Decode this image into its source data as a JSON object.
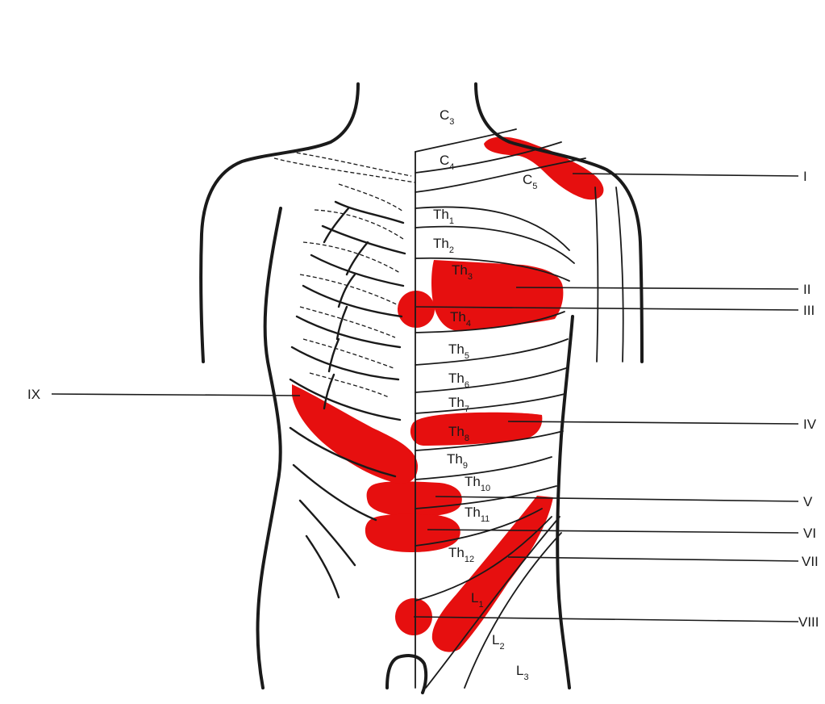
{
  "segments": [
    {
      "base": "C",
      "sub": "3"
    },
    {
      "base": "C",
      "sub": "4"
    },
    {
      "base": "C",
      "sub": "5"
    },
    {
      "base": "Th",
      "sub": "1"
    },
    {
      "base": "Th",
      "sub": "2"
    },
    {
      "base": "Th",
      "sub": "3"
    },
    {
      "base": "Th",
      "sub": "4"
    },
    {
      "base": "Th",
      "sub": "5"
    },
    {
      "base": "Th",
      "sub": "6"
    },
    {
      "base": "Th",
      "sub": "7"
    },
    {
      "base": "Th",
      "sub": "8"
    },
    {
      "base": "Th",
      "sub": "9"
    },
    {
      "base": "Th",
      "sub": "10"
    },
    {
      "base": "Th",
      "sub": "11"
    },
    {
      "base": "Th",
      "sub": "12"
    },
    {
      "base": "L",
      "sub": "1"
    },
    {
      "base": "L",
      "sub": "2"
    },
    {
      "base": "L",
      "sub": "3"
    }
  ],
  "zones": [
    "I",
    "II",
    "III",
    "IV",
    "V",
    "VI",
    "VII",
    "VIII",
    "IX"
  ],
  "colors": {
    "zone_fill": "#e60f0f",
    "line": "#1a1a1a",
    "background": "#ffffff"
  }
}
